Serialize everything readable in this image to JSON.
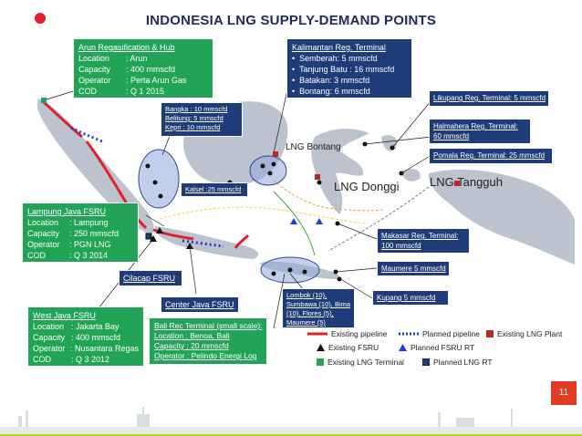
{
  "title": "INDONESIA LNG SUPPLY-DEMAND POINTS",
  "page_number": "11",
  "colors": {
    "green_box": "#21a455",
    "navy_box": "#1f3c7a",
    "pipeline_existing": "#e0202a",
    "pipeline_planned": "#1e3fd0",
    "land": "#bcc3cf",
    "sea": "#ffffff"
  },
  "arun": {
    "heading": "Arun Regasification & Hub",
    "rows": [
      {
        "k": "Location",
        "v": ": Arun"
      },
      {
        "k": "Capacity",
        "v": ": 400 mmscfd"
      },
      {
        "k": "Operator",
        "v": ": Perta Arun Gas"
      },
      {
        "k": "COD",
        "v": ": Q 1 2015"
      }
    ]
  },
  "kalimantan": {
    "heading": "Kalimantan Reg. Terminal",
    "items": [
      "Semberah: 5 mmscfd",
      "Tanjung Batu : 16 mmscfd",
      "Batakan: 3 mmscfd",
      "Bontang: 6 mmscfd"
    ]
  },
  "bangka": {
    "lines": [
      "Bangka : 10 mmscfd",
      "Belitung: 5 mmscfd",
      "Kepri : 10 mmscfd"
    ]
  },
  "kalsel": "Kalsel :25 mmscfd",
  "lampung": {
    "heading": "Lampung Java FSRU",
    "rows": [
      {
        "k": "Location",
        "v": ": Lampung"
      },
      {
        "k": "Capacity",
        "v": ": 250 mmscfd"
      },
      {
        "k": "Operator",
        "v": ": PGN LNG"
      },
      {
        "k": "COD",
        "v": ": Q 3 2014"
      }
    ]
  },
  "cilacap": "Cilacap FSRU",
  "center_java": "Center Java FSRU",
  "west_java": {
    "heading": "West Java FSRU",
    "rows": [
      {
        "k": "Location",
        "v": ": Jakarta Bay"
      },
      {
        "k": "Capacity",
        "v": ": 400 mmscfd"
      },
      {
        "k": "Operator",
        "v": ": Nusantara Regas"
      },
      {
        "k": "COD",
        "v": ": Q 3 2012"
      }
    ]
  },
  "bali": {
    "heading": "Bali Rec Terminal (small scale):",
    "lines": [
      "Location : Benoa, Bali",
      "Capacity : 20 mmscfd",
      "Operator : Pelindo Energi Log"
    ]
  },
  "lombok": {
    "lines": [
      "Lombok (10),",
      "Sumbawa (10), Bima",
      "(10), Flores (5),",
      "Maumere (5)"
    ]
  },
  "likupang": "Likupang Reg. Terminal: 5 mmscfd",
  "halmahera": {
    "lines": [
      "Halmahera Reg. Terminal:",
      "60 mmscfd"
    ]
  },
  "pomala": "Pomala Reg. Terminal: 25 mmscfd",
  "makasar": {
    "lines": [
      "Makasar Reg. Terminal:",
      "100 mmscfd"
    ]
  },
  "maumere": "Maumere 5 mmscfd",
  "kupang": "Kupang  5 mmscfd",
  "map_labels": {
    "bontang": "LNG Bontang",
    "donggi": "LNG Donggi",
    "tangguh": "LNG Tangguh"
  },
  "legend": {
    "existing_pipeline": "Existing pipeline",
    "planned_pipeline": "Planned pipeline",
    "existing_lng_plant": "Existing LNG Plant",
    "existing_fsru": "Existing FSRU",
    "planned_fsru_rt": "Planned FSRU RT",
    "existing_lng_terminal": "Existing LNG Terminal",
    "planned_lng_rt": "Planned LNG RT"
  }
}
